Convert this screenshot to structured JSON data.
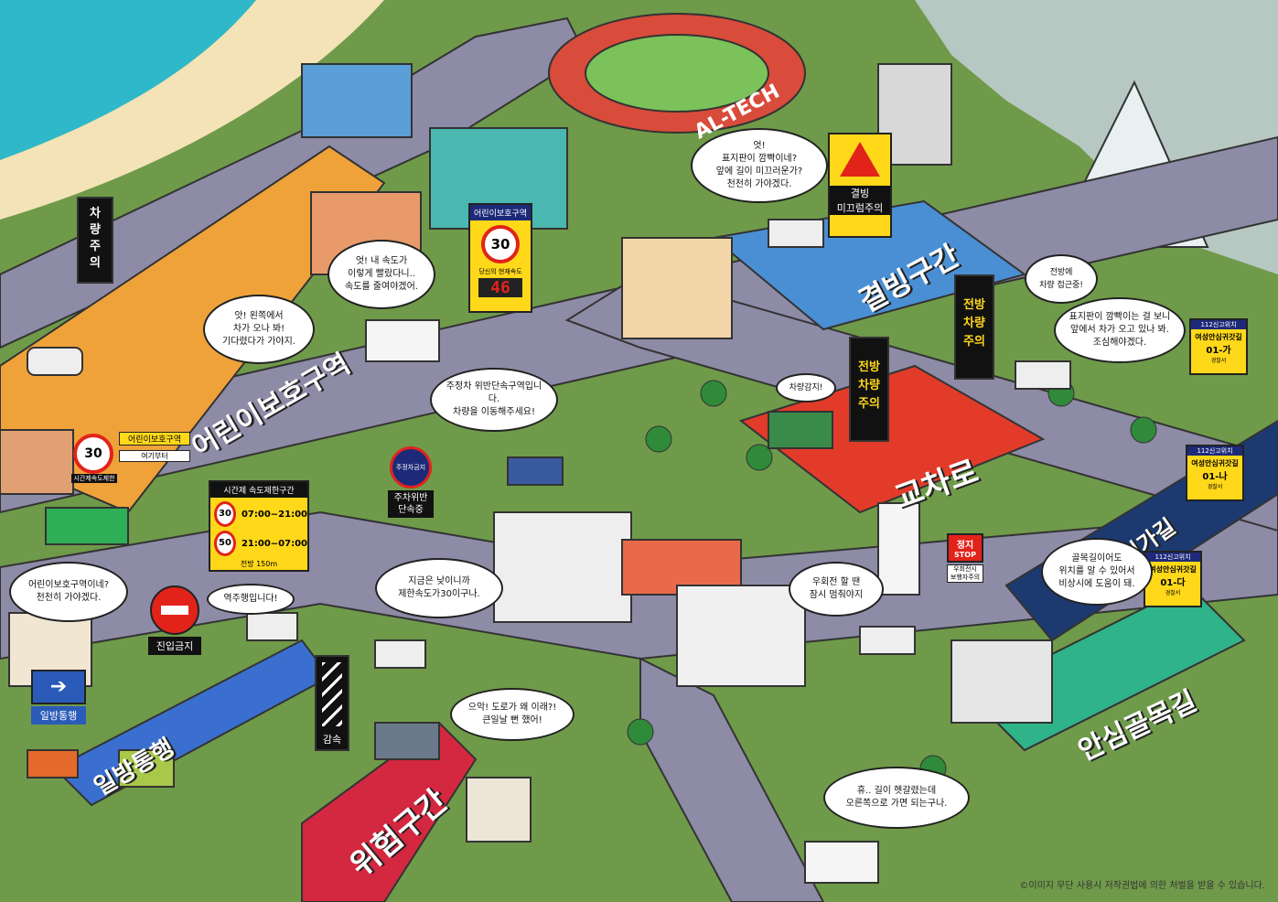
{
  "stadium": {
    "name": "AL-TECH"
  },
  "zones": {
    "school_zone_road": "어린이보호구역",
    "slip_road": "결빙구간",
    "intersection_road": "교차로",
    "oneway_road": "일방통행",
    "danger_road": "위험구간",
    "alley_road": "안심골목길",
    "safe_return_road": "안심귀가길"
  },
  "signs": {
    "car_warning_left": {
      "text": "차\n량\n주\n의"
    },
    "school_zone_top": {
      "title": "어린이보호구역",
      "limit": "30",
      "speed_label": "당신의 현재속도",
      "current_speed": "46"
    },
    "slip_warning": {
      "line1": "결빙",
      "line2": "미끄럼주의"
    },
    "front_car_1": {
      "text": "전방\n차량\n주의"
    },
    "front_car_2": {
      "text": "전방\n차량\n주의"
    },
    "school_zone_left": {
      "limit": "30",
      "sub": "시간제속도제한",
      "title": "어린이보호구역",
      "sub2": "여기부터"
    },
    "time_limit": {
      "title": "시간제 속도제한구간",
      "row1_limit": "30",
      "row1_time": "07:00~21:00",
      "row2_limit": "50",
      "row2_time": "21:00~07:00",
      "footer": "전방 150m"
    },
    "parking_enforce": {
      "badge": "주정차금지",
      "text": "주차위반\n단속중"
    },
    "no_entry": {
      "label": "진입금지"
    },
    "one_way": {
      "label": "일방통행"
    },
    "slow_down": {
      "label": "감속"
    },
    "stop": {
      "main": "정지",
      "en": "STOP",
      "sub": "우회전시\n보행자주의"
    },
    "report_a": {
      "header": "112신고위치",
      "title": "여성안심귀갓길",
      "code": "01-가",
      "footer": "경찰서"
    },
    "report_b": {
      "header": "112신고위치",
      "title": "여성안심귀갓길",
      "code": "01-나",
      "footer": "경찰서"
    },
    "report_c": {
      "header": "112신고위치",
      "title": "여성안심귀갓길",
      "code": "01-다",
      "footer": "경찰서"
    }
  },
  "bubbles": {
    "b1": "엇! 내 속도가\n이렇게 빨랐다니..\n속도를 줄여야겠어.",
    "b2": "앗! 왼쪽에서\n차가 오나 봐!\n기다렸다가 가야지.",
    "b3": "엇!\n표지판이 깜빡이네?\n앞에 길이 미끄러운가?\n천천히 가야겠다.",
    "b4": "주정차 위반단속구역입니다.\n차량을 이동해주세요!",
    "b5": "차량감지!",
    "b6": "전방에\n차량 접근중!",
    "b7": "표지판이 깜빡이는 걸 보니\n앞에서 차가 오고 있나 봐.\n조심해야겠다.",
    "b8": "어린이보호구역이네?\n천천히 가야겠다.",
    "b9": "역주행입니다!",
    "b10": "지금은 낮이니까\n제한속도가30이구나.",
    "b11": "우회전 할 땐\n잠시 멈춰야지",
    "b12": "골목길이어도\n위치를 알 수 있어서\n비상시에 도움이 돼.",
    "b13": "으악! 도로가 왜 이래?!\n큰일날 뻔 했어!",
    "b14": "휴.. 길이 헷갈렸는데\n오른쪽으로 가면 되는구나."
  },
  "copyright": "©이미지 무단 사용시 저작권법에 의한 처벌을 받을 수 있습니다.",
  "colors": {
    "grass": "#7db04a",
    "road": "#8d8ba6",
    "school_zone": "#f0a23a",
    "slip_zone": "#4a8fd4",
    "intersection_zone": "#e23b2a",
    "danger_zone": "#d42740",
    "oneway_zone": "#3a6fd0",
    "alley_zone": "#2fb48a",
    "safe_return_zone": "#1c3a70",
    "sea": "#2fb8c9",
    "sand": "#f3e3b6"
  }
}
